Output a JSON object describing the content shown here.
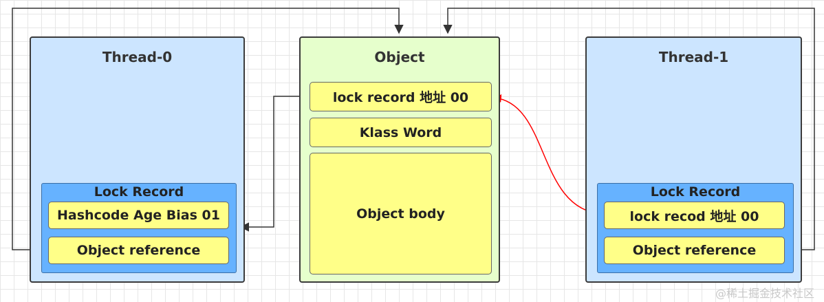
{
  "thread0": {
    "title": "Thread-0",
    "lock_record_title": "Lock Record",
    "field_mark_word": "Hashcode Age Bias 01",
    "field_object_ref": "Object reference"
  },
  "object": {
    "title": "Object",
    "field_lock_record": "lock  record 地址 00",
    "field_klass": "Klass Word",
    "field_body": "Object body"
  },
  "thread1": {
    "title": "Thread-1",
    "lock_record_title": "Lock Record",
    "field_lock_record": "lock recod 地址 00",
    "field_object_ref": "Object reference"
  },
  "watermark": "@稀土掘金技术社区",
  "colors": {
    "thread_fill": "#cce5ff",
    "object_fill": "#e6ffcc",
    "lock_record_fill": "#66b2ff",
    "field_fill": "#ffff88",
    "cas_arrow": "#ff0000",
    "reference_line": "#333333"
  }
}
